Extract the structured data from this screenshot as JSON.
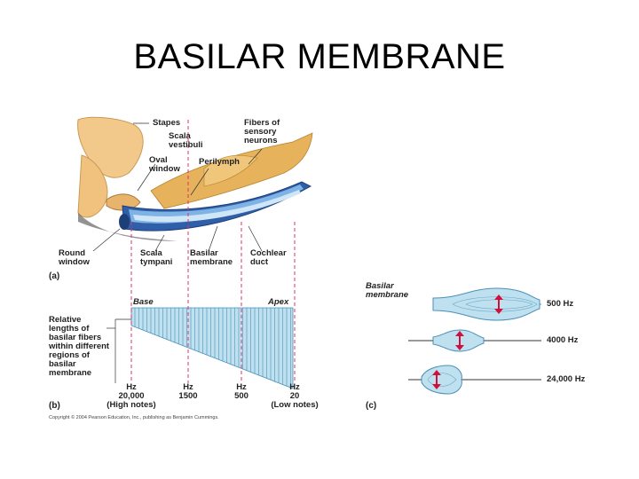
{
  "title": "BASILAR MEMBRANE",
  "panel_a": {
    "tag": "(a)",
    "labels": {
      "stapes": "Stapes",
      "scala_vestibuli": "Scala vestibuli",
      "oval_window": "Oval window",
      "perilymph": "Perilymph",
      "fibers": "Fibers of sensory neurons",
      "round_window": "Round window",
      "scala_tympani": "Scala tympani",
      "basilar_membrane": "Basilar membrane",
      "cochlear_duct": "Cochlear duct"
    }
  },
  "panel_b": {
    "tag": "(b)",
    "base": "Base",
    "apex": "Apex",
    "relative_label": "Relative lengths of basilar fibers within different regions of basilar membrane",
    "frequencies": [
      {
        "unit": "Hz",
        "value": "20,000",
        "note": "(High notes)"
      },
      {
        "unit": "Hz",
        "value": "1500",
        "note": ""
      },
      {
        "unit": "Hz",
        "value": "500",
        "note": ""
      },
      {
        "unit": "Hz",
        "value": "20",
        "note": "(Low notes)"
      }
    ]
  },
  "panel_c": {
    "tag": "(c)",
    "basilar_label": "Basilar membrane",
    "frequencies": [
      "500 Hz",
      "4000 Hz",
      "24,000 Hz"
    ]
  },
  "copyright": "Copyright © 2004 Pearson Education, Inc., publishing as Benjamin Cummings.",
  "colors": {
    "bone": "#f2c98a",
    "fluid": "#5b9bd5",
    "membrane_fill": "#a9d8ea",
    "membrane_line": "#4a90b8",
    "dash": "#e0306a",
    "vibration": "#d0103a"
  }
}
